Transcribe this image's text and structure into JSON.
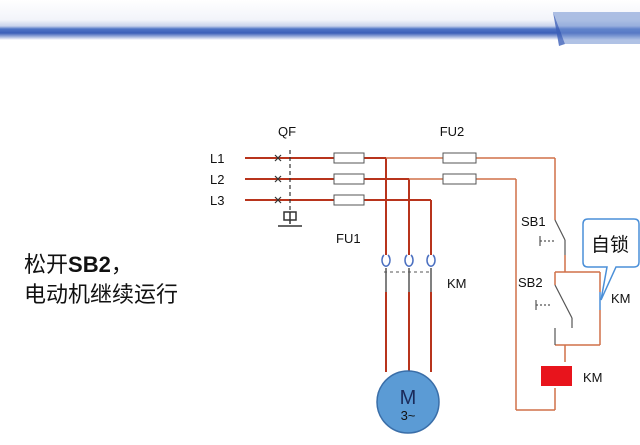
{
  "labels": {
    "qf": "QF",
    "fu2": "FU2",
    "l1": "L1",
    "l2": "L2",
    "l3": "L3",
    "fu1": "FU1",
    "km_contacts": "KM",
    "sb1": "SB1",
    "sb2": "SB2",
    "km_aux": "KM",
    "km_coil": "KM",
    "motor": "M",
    "motor_phase": "3~",
    "callout": "自锁"
  },
  "caption": {
    "prefix": "松开",
    "key": "SB2",
    "suffix": "，",
    "line2": "电动机继续运行"
  },
  "colors": {
    "wire": "#d07048",
    "wire_active": "#b8341c",
    "coil": "#e8141c",
    "motor": "#5b9bd5",
    "callout_border": "#4a8fd8",
    "band": "#3c5fb8"
  },
  "icons": {
    "corner": "folded-corner-icon",
    "ground": "ground-icon"
  }
}
